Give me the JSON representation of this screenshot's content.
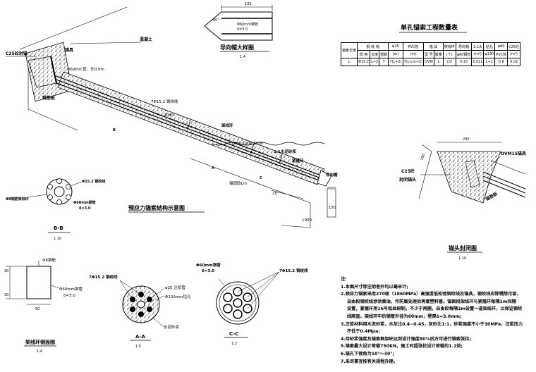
{
  "guide_cap": {
    "dim_100": "100",
    "angle": "60°",
    "pipe_label": "Φ60mm钢管",
    "thickness": "δ=3.0",
    "title": "导向帽大样图",
    "scale": "1:4"
  },
  "main_drawing": {
    "c25": "C25砼封锚",
    "anchor_head": "锚具",
    "concrete": "混凝土",
    "pvc": "Φ60PVC管，长0.8m",
    "plate": "锚垫板",
    "strand_label": "7Φ15.2 钢绞线",
    "dim_2000": "2000",
    "ring": "架线环",
    "dims_1000": "1000 1000 1000",
    "mortar": "1:1水泥砂浆",
    "tight_ring": "紧箍环",
    "guide": "导向帽",
    "length": "锚固段Lm",
    "angle": "25°",
    "dim_1000": "1000",
    "dim_150": "150",
    "title": "预应力锚索结构示意图"
  },
  "bb": {
    "strand": "Φ15.2 钢绞线",
    "ring": "Φ8钢筋架线环",
    "pipe": "Φ60mm钢管",
    "thick": "δ=3.0",
    "title": "B-B",
    "scale": "1:10"
  },
  "ring_section": {
    "rebar": "Φ8钢筋",
    "dim_30a": "30",
    "dim_30b": "30",
    "dim_50": "50",
    "pipe": "Φ60mm钢管",
    "thick": "δ=3.0",
    "title": "架线环侧面图",
    "scale": "1:4"
  },
  "aa": {
    "strand": "7Φ15.2 钢绞线",
    "grout_pipe": "φ25 注浆管",
    "hole": "Φ130mm钻孔",
    "mortar": "水泥砂浆",
    "title": "A-A",
    "scale": "1:5"
  },
  "cc": {
    "pipe": "Φ60mm钢管",
    "thick": "δ=3.0",
    "strand": "7Φ15.2 钢绞线",
    "title": "C-C",
    "scale": "1:2"
  },
  "table": {
    "title": "单孔锚索工程数量表",
    "headers": {
      "len": "锚索长度",
      "strand": "钢 绞 线",
      "r25": "φ25",
      "r25b": "PVC管",
      "r25c": "(m)",
      "anchor": "锚 具",
      "ring": "架线环",
      "tight": "导向帽",
      "mortar": "1:1水",
      "mortar2": "泥砂浆",
      "mortar3": "(m³)",
      "pipe60": "钢 管",
      "pipe60b": "φ60钢管",
      "pipe60c": "(m)",
      "c25": "C25砼",
      "c25b": "封锚",
      "c25c": "(m³)"
    },
    "sub": {
      "spec": "规 格",
      "len": "长度",
      "len_u": "(m)",
      "count": "根数",
      "type": "型 号",
      "qty": "数量",
      "qty_u": "(套)",
      "ring_u": "(个)",
      "tight_u": "φ60钢管",
      "tight_u2": "(m)",
      "mortar_u": "(m³)",
      "hole": "钻孔",
      "hole2": "φ130",
      "hole3": "(m)",
      "pvc": "φ60",
      "pvc2": "PVC管",
      "pvc3": "(m)"
    },
    "row": {
      "L": "L",
      "spec": "Φ15.2",
      "len": "L+2",
      "count": "7",
      "r25": "7(L+2)",
      "r25b": "7(L-Lm+2)",
      "type": "OVM",
      "qty": "1",
      "ring": "L/2",
      "tight": "0.15",
      "mortar": "0.02L",
      "hole": "L+1",
      "pvc": "0.8",
      "c25": "0.02"
    }
  },
  "seal": {
    "dim_290": "290",
    "dim_160": "160",
    "ovm": "OVM15锚具",
    "c25a": "C25砼",
    "c25b": "封闭锚头",
    "plate": "锚垫板",
    "title": "锚头封闭图",
    "scale": "1:10"
  },
  "notes": {
    "head": "注:",
    "n1": "1.本图尺寸除注明者外均以毫米计;",
    "n2": "2.预应力锚索采用270级（1860MPa）高强度低松弛钢绞线及锚具，钢绞线应除锈除污垢。",
    "n2b": "自由段钢绞线涂涂黄油，作防腐处理后再套塑料管。锚固段架线环与紧箍环每隔1m间隔",
    "n2c": "设置，紧箍环用16号铅丝绑制，不少于两圈，自由段每隔2m设置一道架线环，以保证钢绞",
    "n2d": "线顺直。架线环中的钢管外径为60mm，壁厚δ=3.0mm;",
    "n3": "3.注浆材料用水泥砂浆，水灰比0.4~0.45，灰砂比1:1，砂浆强度不小于30MPa，注浆压力",
    "n3b": "不低于0.4Mpa;",
    "n4": "4.待砂浆强度及锚索框架砼达到设计强度80%后方可进行锚索张拉;",
    "n5": "5.锚索最大设计荷载750KN，施工时超张拉设计荷载的1.1倍;",
    "n6": "6.锚孔下倾角为10°～30°;",
    "n7": "7.未尽事宜按有关规程办理。"
  }
}
